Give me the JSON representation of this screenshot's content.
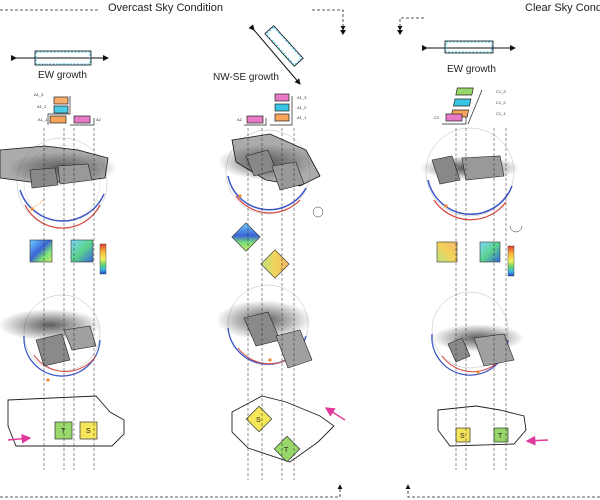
{
  "headers": {
    "overcast": "Overcast Sky Condition",
    "clear": "Clear Sky Cond"
  },
  "growth_labels": {
    "col1": "EW growth",
    "col2": "NW-SE growth",
    "col3": "EW growth"
  },
  "stack_labels": {
    "col1": [
      "A1_3",
      "A1_2",
      "A1_1",
      "A2"
    ],
    "col2": [
      "A2",
      "A1_3",
      "A1_2",
      "A1_1"
    ],
    "col3": [
      "C2",
      "C1_3",
      "C1_2",
      "C1_1"
    ]
  },
  "plan_boxes": {
    "col1": [
      "T",
      "S"
    ],
    "col2": [
      "S",
      "T"
    ],
    "col3": [
      "S",
      "T"
    ]
  },
  "colors": {
    "cyan": "#39c6e6",
    "pink": "#e879c6",
    "orange": "#f6a55b",
    "green_fill": "#98d86a",
    "yellow_fill": "#f6e65a",
    "magenta_arrow": "#e0399c",
    "blue_arc": "#3a55c8",
    "red_arc": "#d8463c",
    "orange_dot": "#f08a2a"
  }
}
